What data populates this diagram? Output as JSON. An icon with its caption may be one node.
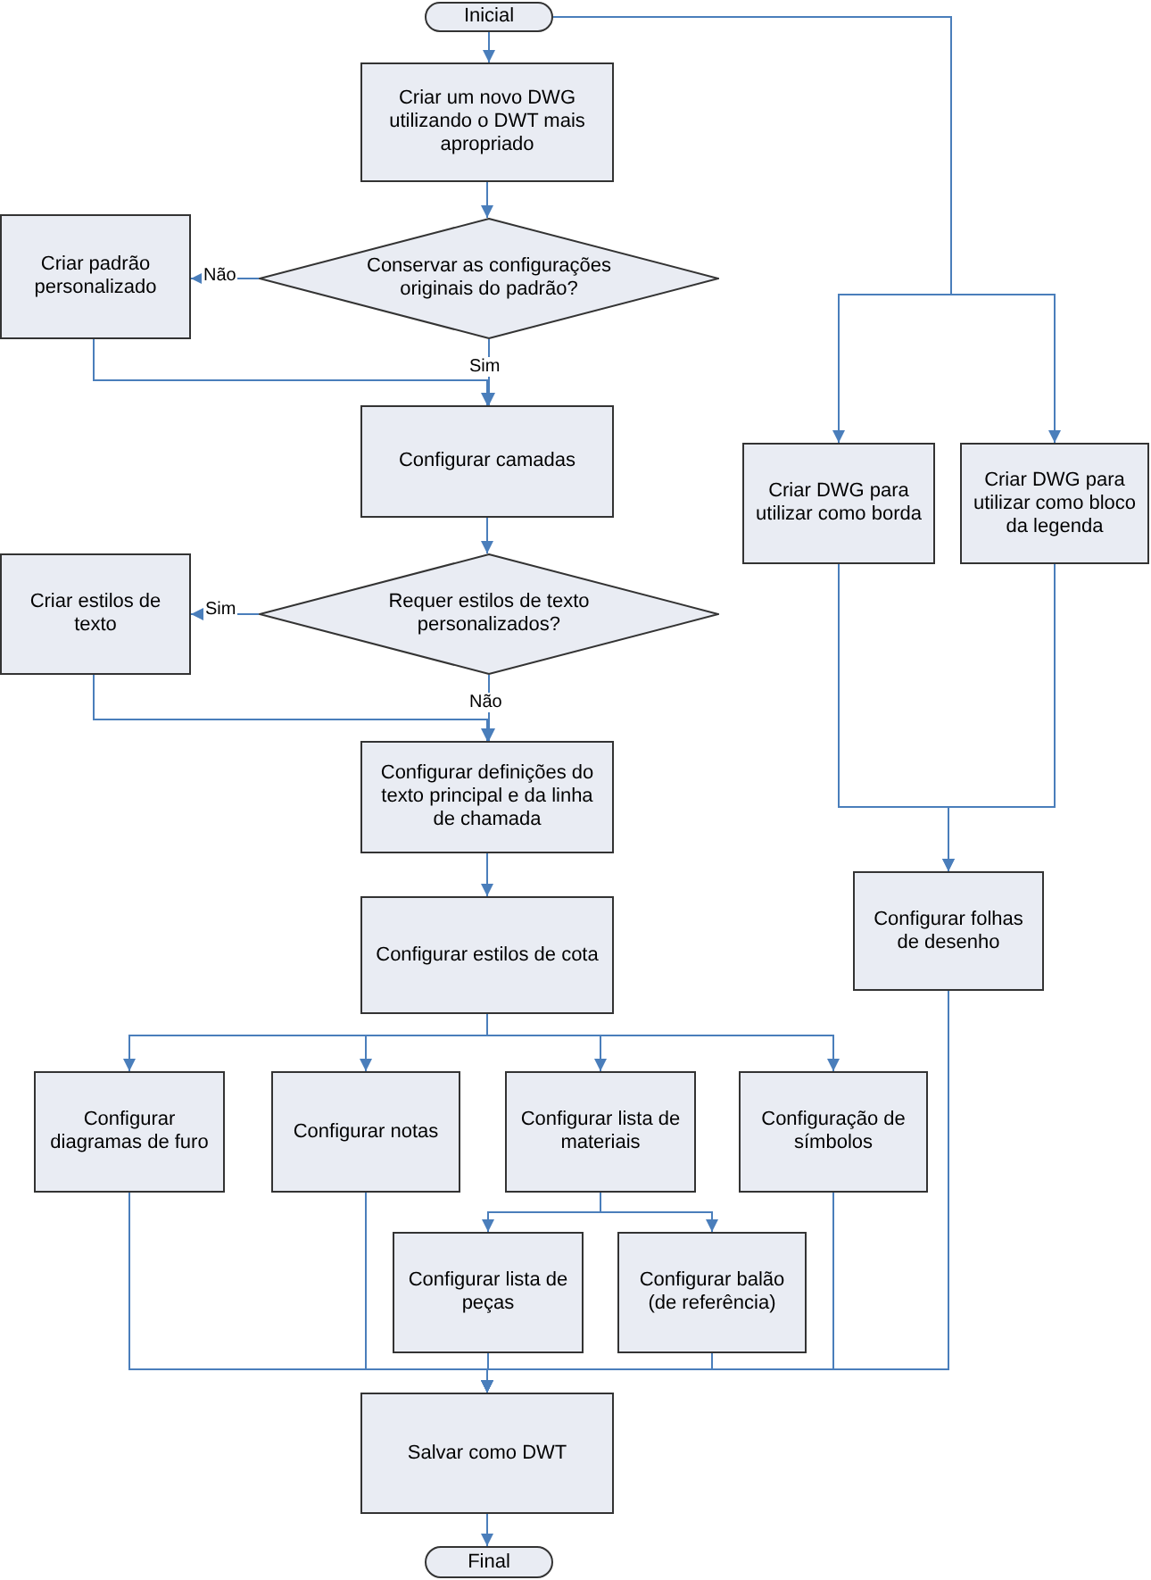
{
  "diagram": {
    "nodes": [
      {
        "text": [
          "Inicial"
        ]
      },
      {
        "text": [
          "Criar um novo DWG utilizando o DWT mais apropriado"
        ]
      },
      {
        "text": [
          "Conservar as configurações originais do padrão?"
        ]
      },
      {
        "text": [
          "Criar padrão personalizado"
        ]
      },
      {
        "text": [
          "Configurar camadas"
        ]
      },
      {
        "text": [
          "Requer estilos de texto personalizados?"
        ]
      },
      {
        "text": [
          "Criar estilos de texto"
        ]
      },
      {
        "text": [
          "Configurar definições do texto principal e da linha de chamada"
        ]
      },
      {
        "text": [
          "Configurar estilos de cota"
        ]
      },
      {
        "text": [
          "Configurar diagramas de furo"
        ]
      },
      {
        "text": [
          "Configurar notas"
        ]
      },
      {
        "text": [
          "Configurar lista de materiais"
        ]
      },
      {
        "text": [
          "Configuração de símbolos"
        ]
      },
      {
        "text": [
          "Configurar lista de peças"
        ]
      },
      {
        "text": [
          "Configurar balão (de referência)"
        ]
      },
      {
        "text": [
          "Salvar como DWT"
        ]
      },
      {
        "text": [
          "Final"
        ]
      },
      {
        "text": [
          "Criar DWG para utilizar como borda"
        ]
      },
      {
        "text": [
          "Criar DWG para utilizar como bloco da legenda"
        ]
      },
      {
        "text": [
          "Configurar folhas de desenho"
        ]
      }
    ],
    "edges": [
      {
        "from": 0,
        "to": 1,
        "arrow": "to"
      },
      {
        "from": 0,
        "to": 17,
        "arrow": "to"
      },
      {
        "from": 0,
        "to": 18,
        "arrow": "to"
      },
      {
        "from": 1,
        "to": 2,
        "arrow": "to"
      },
      {
        "from": 2,
        "to": 3,
        "arrow": "to",
        "label": "Não"
      },
      {
        "from": 2,
        "to": 4,
        "arrow": "to",
        "label": "Sim"
      },
      {
        "from": 3,
        "to": 4,
        "arrow": "to"
      },
      {
        "from": 4,
        "to": 5,
        "arrow": "to"
      },
      {
        "from": 5,
        "to": 6,
        "arrow": "to",
        "label": "Sim"
      },
      {
        "from": 5,
        "to": 7,
        "arrow": "to",
        "label": "Não"
      },
      {
        "from": 6,
        "to": 7,
        "arrow": "to"
      },
      {
        "from": 7,
        "to": 8,
        "arrow": "to"
      },
      {
        "from": 8,
        "to": 9,
        "arrow": "to"
      },
      {
        "from": 8,
        "to": 10,
        "arrow": "to"
      },
      {
        "from": 8,
        "to": 11,
        "arrow": "to"
      },
      {
        "from": 8,
        "to": 12,
        "arrow": "to"
      },
      {
        "from": 11,
        "to": 13,
        "arrow": "to"
      },
      {
        "from": 11,
        "to": 14,
        "arrow": "to"
      },
      {
        "from": 9,
        "to": 15,
        "arrow": "to"
      },
      {
        "from": 10,
        "to": 15,
        "arrow": "to"
      },
      {
        "from": 13,
        "to": 15,
        "arrow": "to"
      },
      {
        "from": 14,
        "to": 15,
        "arrow": "to"
      },
      {
        "from": 12,
        "to": 15,
        "arrow": "to"
      },
      {
        "from": 19,
        "to": 15,
        "arrow": "to"
      },
      {
        "from": 17,
        "to": 19,
        "arrow": "to"
      },
      {
        "from": 18,
        "to": 19,
        "arrow": "to"
      },
      {
        "from": 15,
        "to": 16,
        "arrow": "to"
      }
    ]
  }
}
